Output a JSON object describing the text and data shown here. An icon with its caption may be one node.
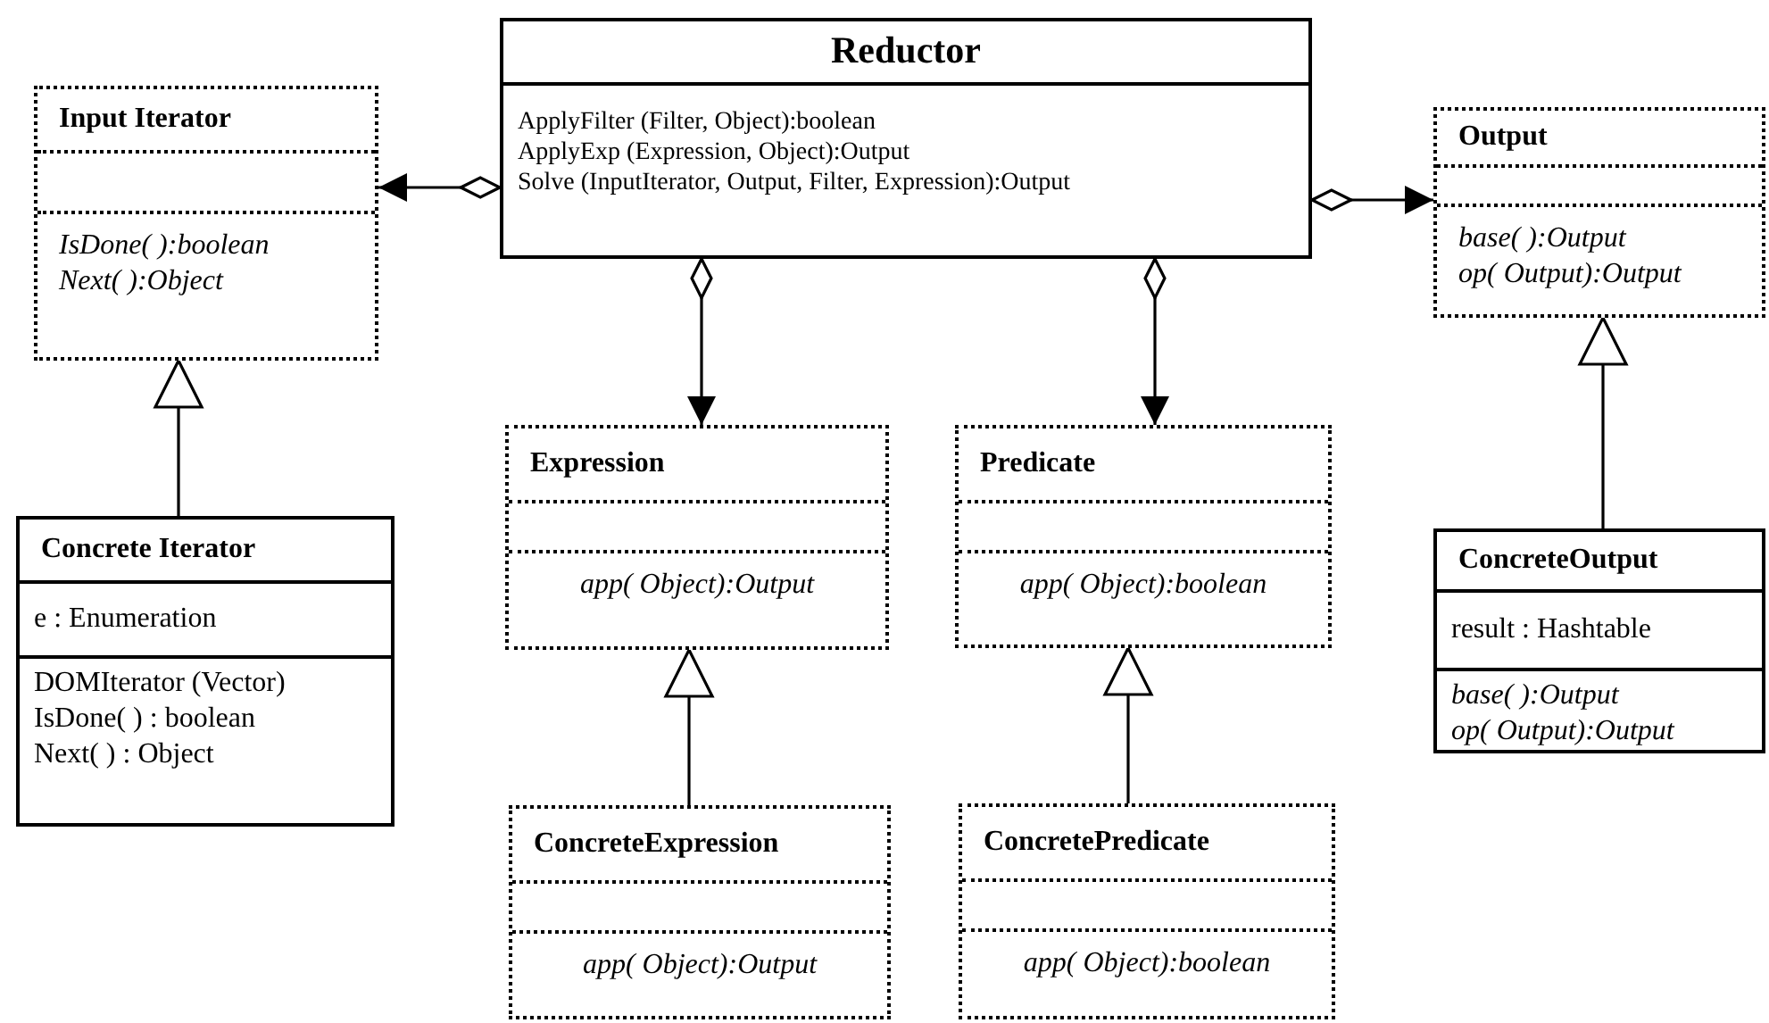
{
  "diagram": {
    "nodes": [
      {
        "text": [
          "Reductor",
          "ApplyFilter (Filter, Object):boolean",
          "ApplyExp (Expression, Object):Output",
          "Solve (InputIterator, Output, Filter, Expression):Output"
        ]
      },
      {
        "text": [
          "Input Iterator",
          "IsDone( ):boolean",
          "Next( ):Object"
        ]
      },
      {
        "text": [
          "Concrete Iterator",
          "e : Enumeration",
          "DOMIterator (Vector)",
          "IsDone( ) : boolean",
          "Next( ) : Object"
        ]
      },
      {
        "text": [
          "Expression",
          "app( Object):Output"
        ]
      },
      {
        "text": [
          "ConcreteExpression",
          "app( Object):Output"
        ]
      },
      {
        "text": [
          "Predicate",
          "app( Object):boolean"
        ]
      },
      {
        "text": [
          "ConcretePredicate",
          "app( Object):boolean"
        ]
      },
      {
        "text": [
          "Output",
          "base( ):Output",
          "op( Output):Output"
        ]
      },
      {
        "text": [
          "ConcreteOutput",
          "result : Hashtable",
          "base( ):Output",
          "op( Output):Output"
        ]
      }
    ],
    "edges": [
      {
        "from": 0,
        "to": 1,
        "arrow": "to"
      },
      {
        "from": 0,
        "to": 3,
        "arrow": "to"
      },
      {
        "from": 0,
        "to": 5,
        "arrow": "to"
      },
      {
        "from": 0,
        "to": 7,
        "arrow": "to"
      },
      {
        "from": 2,
        "to": 1,
        "arrow": "to"
      },
      {
        "from": 4,
        "to": 3,
        "arrow": "to"
      },
      {
        "from": 6,
        "to": 5,
        "arrow": "to"
      },
      {
        "from": 8,
        "to": 7,
        "arrow": "to"
      }
    ]
  }
}
